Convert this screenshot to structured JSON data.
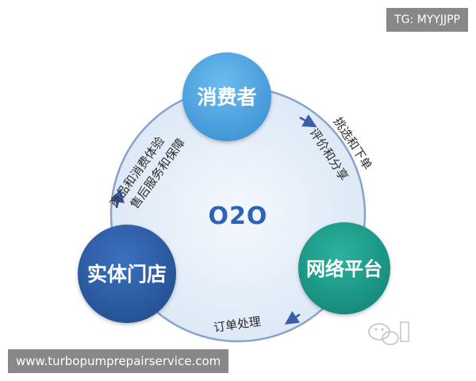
{
  "center_label": "O2O",
  "nodes": {
    "consumer": "消费者",
    "platform": "网络平台",
    "store": "实体门店"
  },
  "edges": {
    "consumer_to_platform_outer": "挑选和下单",
    "consumer_to_platform_inner": "评价和分享",
    "platform_to_store": "订单处理",
    "store_to_consumer_outer": "商品和消费体验",
    "store_to_consumer_inner": "售后服务和保障"
  },
  "watermark_tag": "TG: MYYJJPP",
  "watermark_url": "www.turbopumprepairservice.com",
  "colors": {
    "consumer": "#4ea4df",
    "platform": "#1f9e8c",
    "store": "#2f5fae",
    "ring_fill": "#e4effa",
    "ring_stroke": "#8aa2cc",
    "center_text": "#2e62b4"
  }
}
